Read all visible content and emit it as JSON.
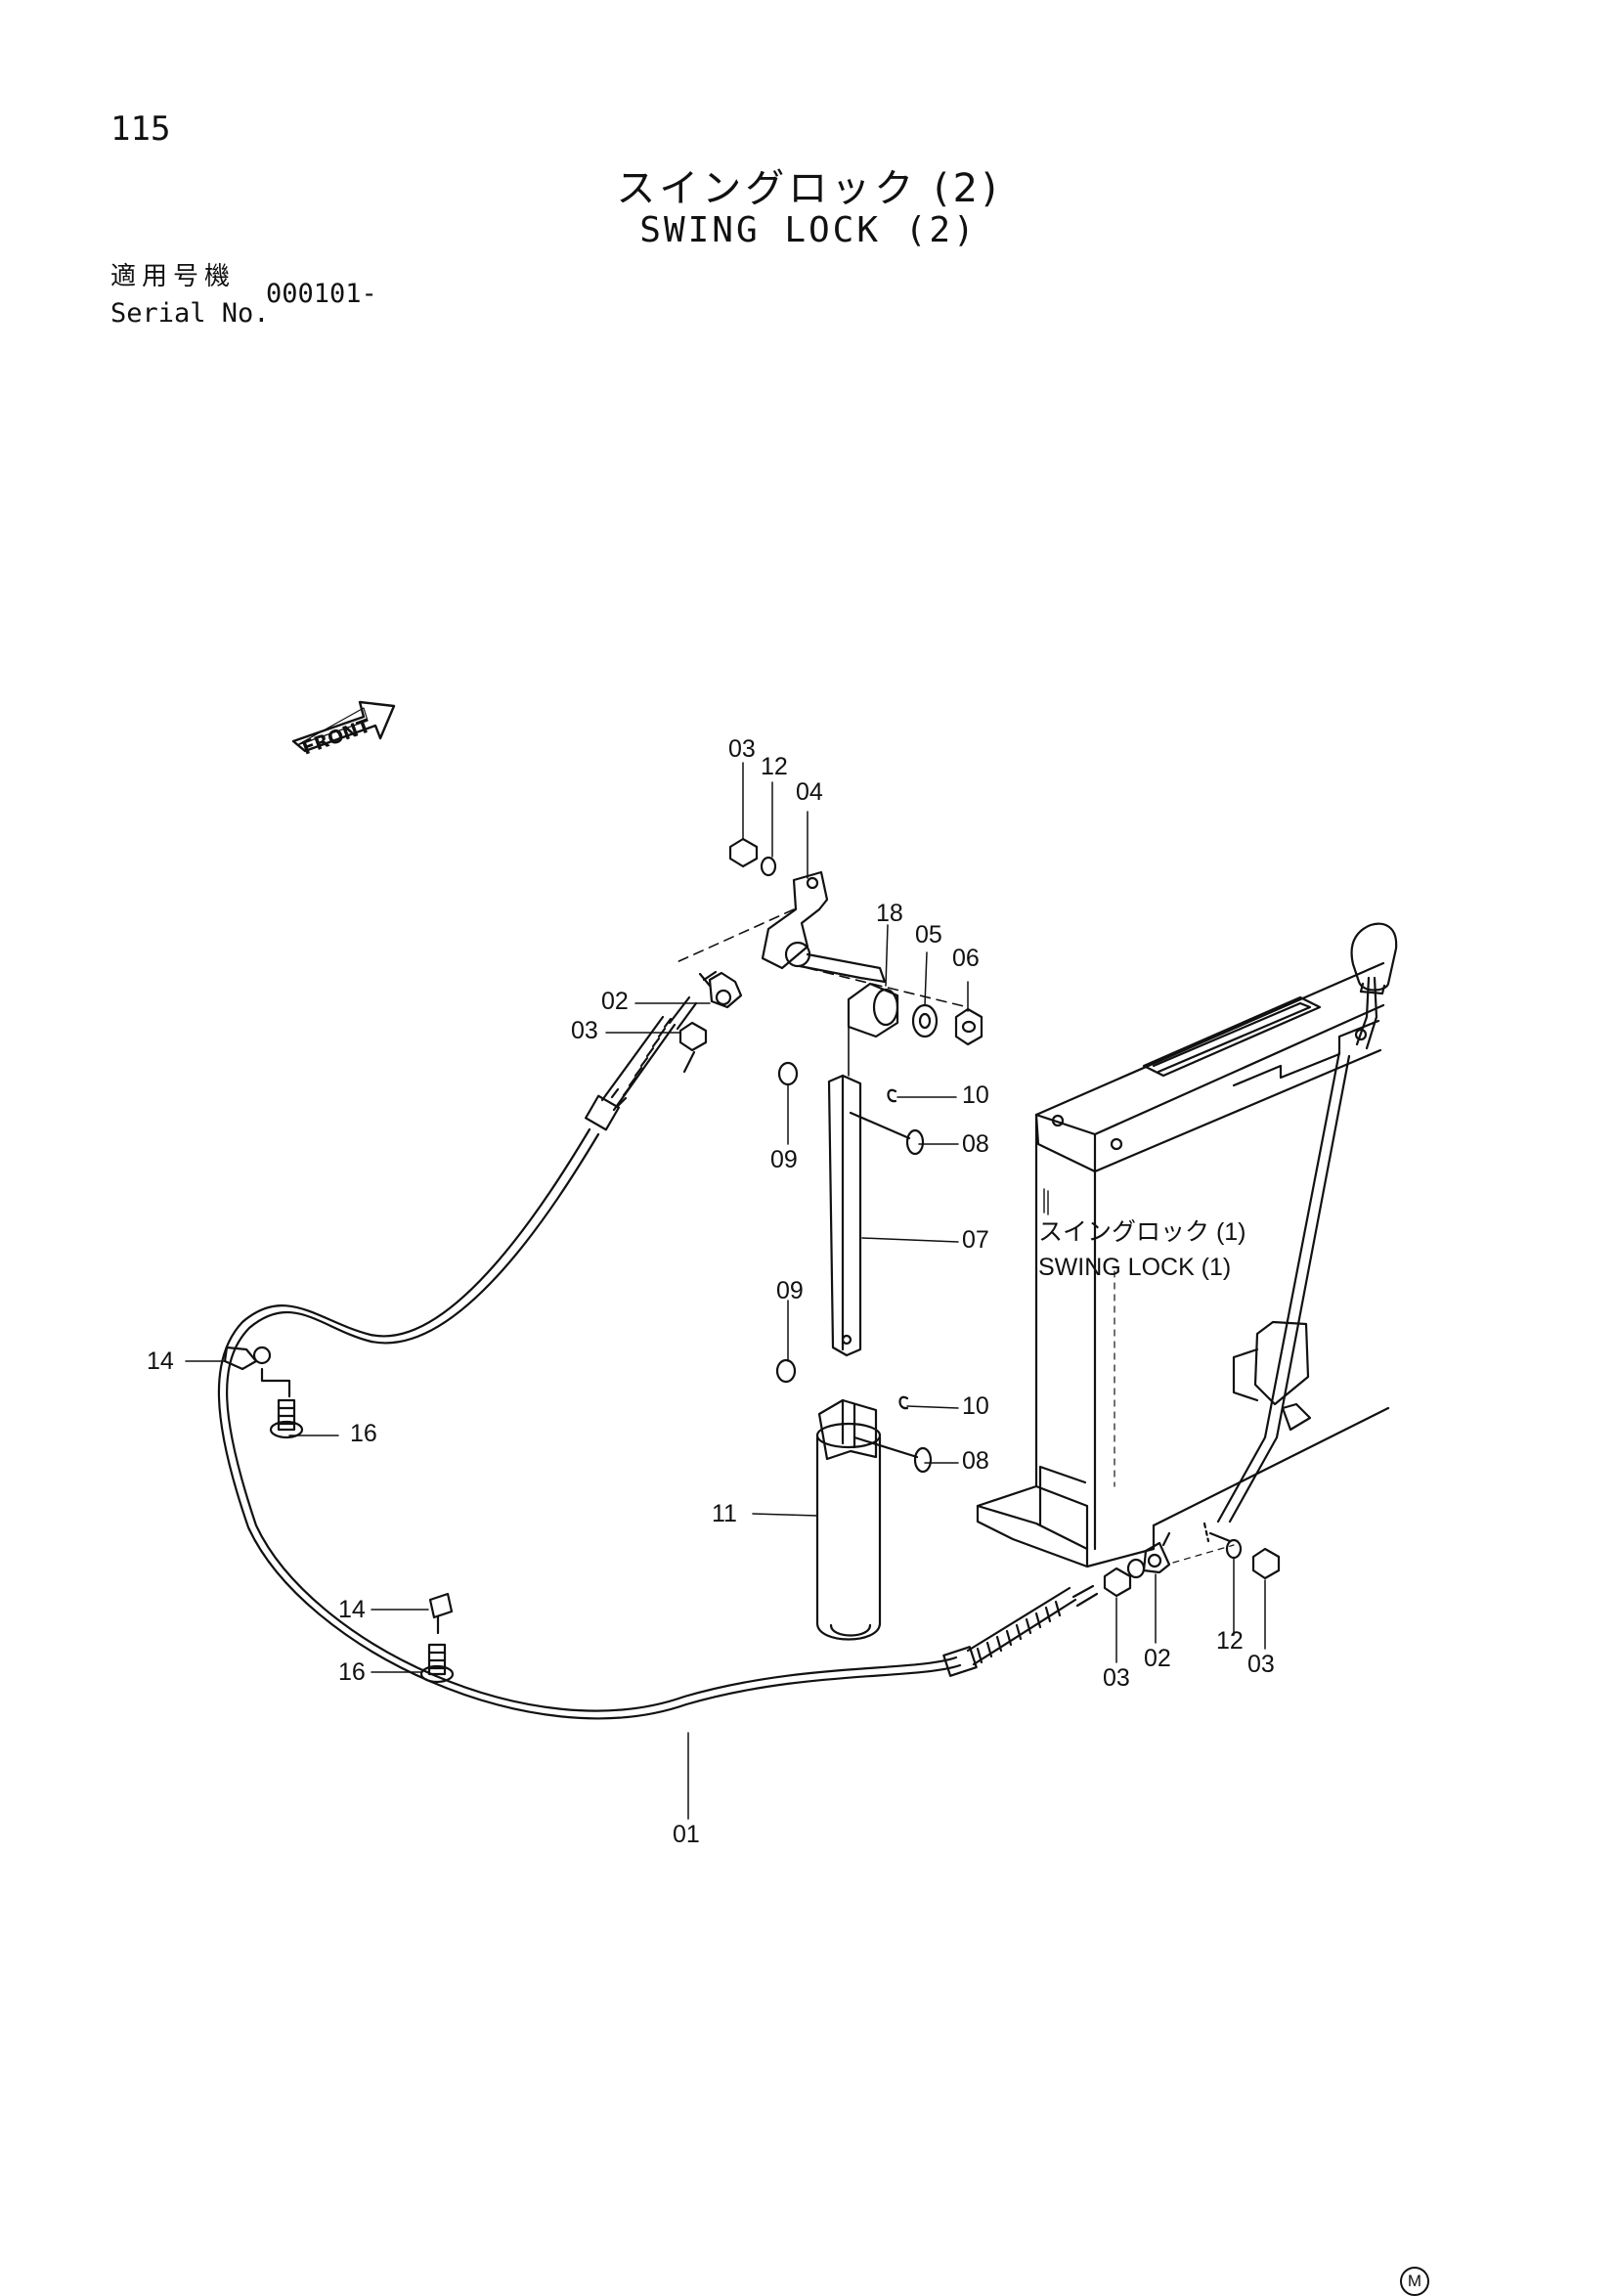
{
  "page": {
    "number": "115",
    "title_jp": "スイングロック (2)",
    "title_en": "SWING LOCK (2)",
    "serial_label_jp": "適用号機",
    "serial_label_en": "Serial No.",
    "serial_value": "000101-"
  },
  "diagram": {
    "front_label": "FRONT",
    "reference_jp": "スイングロック (1)",
    "reference_en": "SWING LOCK (1)",
    "footer_mark": "M",
    "callouts": {
      "c01": "01",
      "c02_top": "02",
      "c02_right": "02",
      "c03_top": "03",
      "c03_left": "03",
      "c03_mid": "03",
      "c03_right": "03",
      "c04": "04",
      "c05": "05",
      "c06": "06",
      "c07": "07",
      "c08_top": "08",
      "c08_bot": "08",
      "c09_top": "09",
      "c09_bot": "09",
      "c10_top": "10",
      "c10_bot": "10",
      "c11": "11",
      "c12_top": "12",
      "c12_right": "12",
      "c14_top": "14",
      "c14_bot": "14",
      "c16_top": "16",
      "c16_bot": "16",
      "c18": "18"
    }
  }
}
